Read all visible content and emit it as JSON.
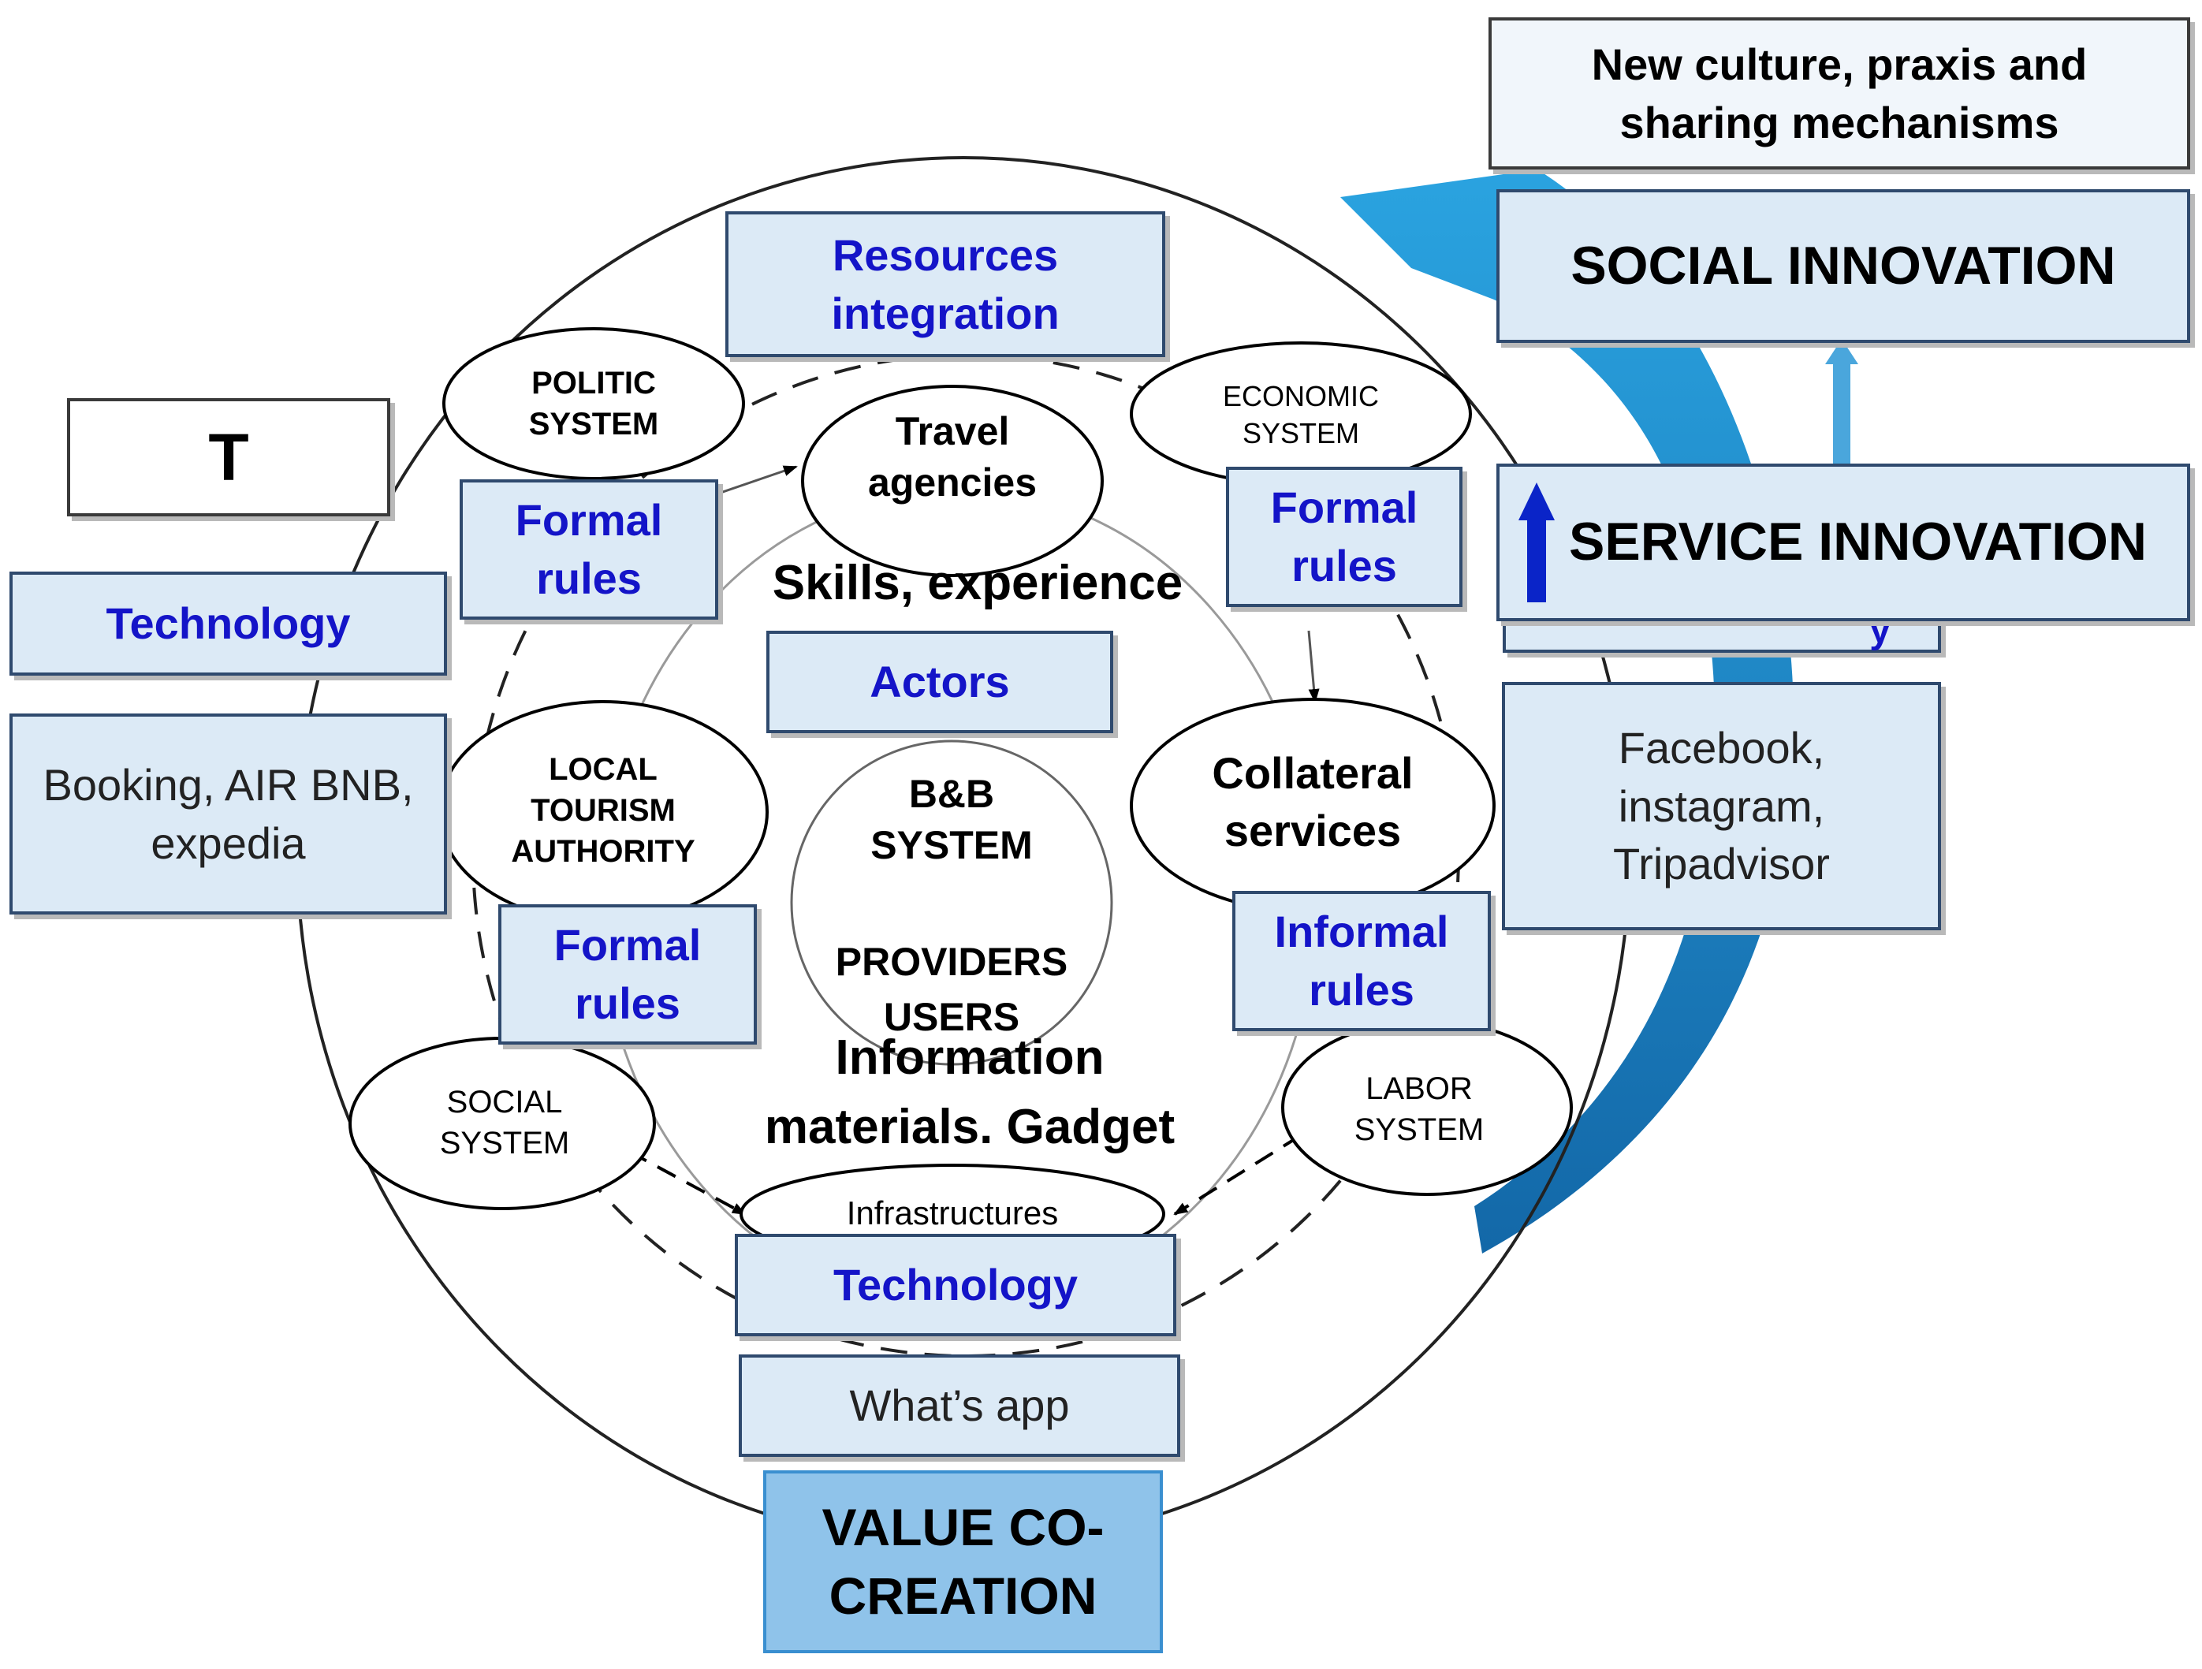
{
  "top_right": {
    "culture_lines": [
      "New culture, praxis and",
      "sharing mechanisms"
    ],
    "social_innovation": "SOCIAL INNOVATION",
    "service_innovation": "SERVICE INNOVATION",
    "hidden_fragment": "y"
  },
  "left": {
    "t_box": "T",
    "technology": "Technology",
    "platforms_lines": [
      "Booking, AIR BNB,",
      "expedia"
    ]
  },
  "right": {
    "social_lines": [
      "Facebook,",
      "instagram,",
      "Tripadvisor"
    ]
  },
  "center": {
    "resources_lines": [
      "Resources",
      "integration"
    ],
    "skills": "Skills, experience",
    "actors": "Actors",
    "bb_system_lines": [
      "B&B",
      "SYSTEM"
    ],
    "providers": "PROVIDERS",
    "users": "USERS",
    "information_lines": [
      "Information",
      "materials. Gadget"
    ]
  },
  "rules": {
    "formal_top_left": [
      "Formal",
      "rules"
    ],
    "formal_top_right": [
      "Formal",
      "rules"
    ],
    "formal_bottom_left": [
      "Formal",
      "rules"
    ],
    "informal_bottom_right": [
      "Informal",
      "rules"
    ]
  },
  "systems": {
    "politic": [
      "POLITIC",
      "SYSTEM"
    ],
    "economic": [
      "ECONOMIC",
      "SYSTEM"
    ],
    "local_tourism": [
      "LOCAL",
      "TOURISM",
      "AUTHORITY"
    ],
    "social": [
      "SOCIAL",
      "SYSTEM"
    ],
    "labor": [
      "LABOR",
      "SYSTEM"
    ]
  },
  "nodes": {
    "travel_agencies": [
      "Travel",
      "agencies"
    ],
    "collateral_services": [
      "Collateral",
      "services"
    ],
    "infrastructures": "Infrastructures"
  },
  "bottom": {
    "technology": "Technology",
    "whatsapp": "What’s app",
    "value_cocreation": [
      "VALUE CO-",
      "CREATION"
    ]
  },
  "colors": {
    "box_fill": "#dceaf6",
    "box_border": "#2f4a6e",
    "label_blue": "#1414c8",
    "arrow_blue": "#1c8fcf",
    "arrow_dark": "#1368a8",
    "value_fill": "#8fc3ea"
  }
}
